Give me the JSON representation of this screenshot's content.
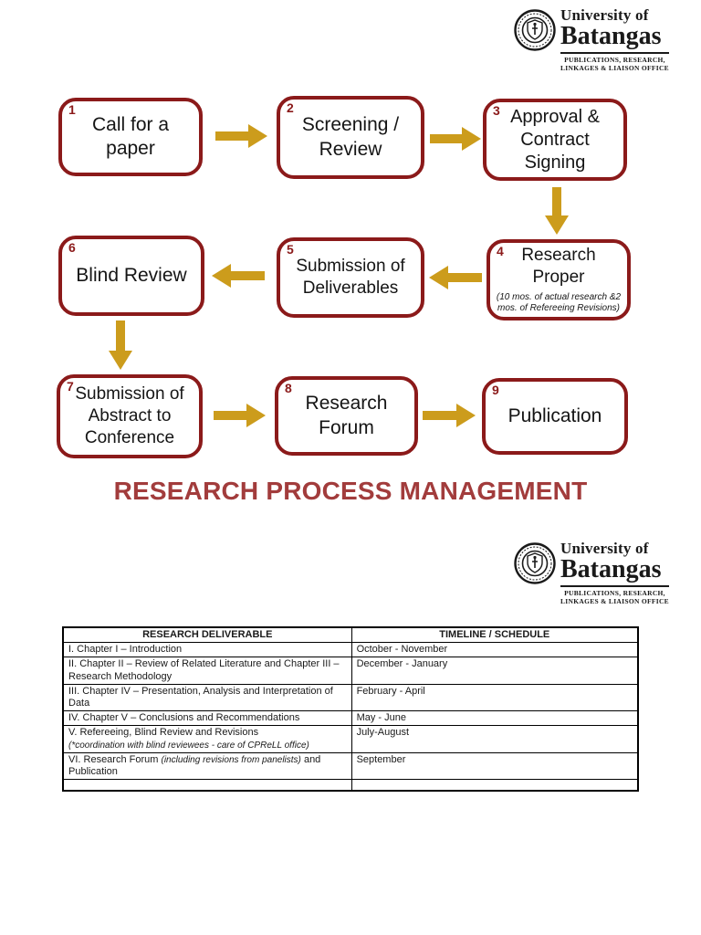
{
  "logo": {
    "name_line1": "University of",
    "name_line2": "Batangas",
    "subtitle_line1": "PUBLICATIONS, RESEARCH,",
    "subtitle_line2": "LINKAGES & LIAISON OFFICE"
  },
  "title": "RESEARCH PROCESS MANAGEMENT",
  "colors": {
    "box_border": "#8B1A1A",
    "step_number": "#8B1A1A",
    "arrow_gold": "#CC9C1C",
    "title_red": "#A23C3C"
  },
  "flowchart": {
    "steps": [
      {
        "number": "1",
        "label": "Call for a paper"
      },
      {
        "number": "2",
        "label": "Screening / Review"
      },
      {
        "number": "3",
        "label": "Approval & Contract Signing"
      },
      {
        "number": "4",
        "label": "Research Proper",
        "note": "(10 mos. of actual research &2 mos. of Refereeing Revisions)"
      },
      {
        "number": "5",
        "label": "Submission of Deliverables"
      },
      {
        "number": "6",
        "label": "Blind Review"
      },
      {
        "number": "7",
        "label": "Submission of Abstract to Conference"
      },
      {
        "number": "8",
        "label": "Research Forum"
      },
      {
        "number": "9",
        "label": "Publication"
      }
    ]
  },
  "table": {
    "headers": [
      "RESEARCH DELIVERABLE",
      "TIMELINE / SCHEDULE"
    ],
    "rows": [
      {
        "deliverable": "I. Chapter I – Introduction",
        "timeline": "October - November"
      },
      {
        "deliverable": "II. Chapter II – Review of Related Literature and Chapter III – Research Methodology",
        "timeline": "December - January"
      },
      {
        "deliverable": "III. Chapter IV – Presentation, Analysis and Interpretation of Data",
        "timeline": "February - April"
      },
      {
        "deliverable": "IV. Chapter V – Conclusions and Recommendations",
        "timeline": "May - June"
      },
      {
        "deliverable": "V. Refereeing, Blind Review and Revisions",
        "note": "(*coordination with blind reviewees - care of CPReLL office)",
        "timeline": "July-August"
      },
      {
        "prefix": "VI. Research Forum ",
        "italic": "(including revisions from panelists)",
        "suffix": " and Publication",
        "timeline": "September"
      }
    ]
  }
}
